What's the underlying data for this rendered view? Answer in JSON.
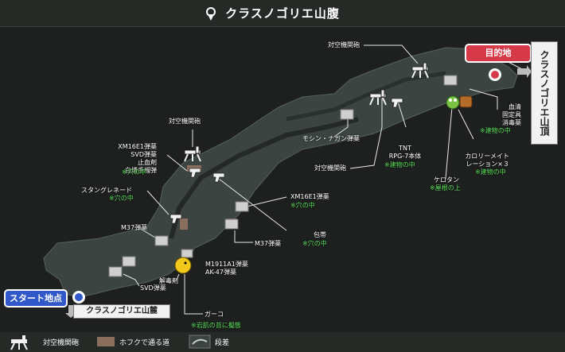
{
  "header": {
    "title": "クラスノゴリエ山腹",
    "pin_icon": "map-pin-icon"
  },
  "markers": {
    "goal": "目的地",
    "start": "スタート地点",
    "summit": "クラスノゴリエ山頂",
    "foot": "クラスノゴリエ山麓"
  },
  "labels": {
    "aa_top_right": "対空機関砲",
    "aa_center": "対空機関砲",
    "aa_left": "対空機関砲",
    "blood": "血清\n固定具\n消毒薬",
    "blood_note": "※建物の中",
    "mosin": "モシン・ナガン弾薬",
    "tnt": "TNT\nRPG-7本体",
    "tnt_note": "※建物の中",
    "calorie": "カロリーメイト\nレーション×３",
    "calorie_note": "※建物の中",
    "kerotan": "ケロタン",
    "kerotan_note": "※屋根の上",
    "xm_group": "XM16E1弾薬\nSVD弾薬\n止血剤\n白燐手榴弾",
    "xm_group_note": "※穴の中",
    "stun": "スタングレネード",
    "stun_note": "※穴の中",
    "xm_single": "XM16E1弾薬",
    "xm_single_note": "※穴の中",
    "bandage": "包帯",
    "bandage_note": "※穴の中",
    "m37_left": "M37弾薬",
    "m37_right": "M37弾薬",
    "m1911": "M1911A1弾薬\nAK-47弾薬",
    "antidote": "解毒剤",
    "svd": "SVD弾薬",
    "garko": "ガーコ",
    "garko_note": "※岩肌の苔に擬態"
  },
  "legend": {
    "aa": "対空機関砲",
    "crawl": "ホフクで通る道",
    "step": "段差"
  },
  "colors": {
    "goal": "#d63a48",
    "start": "#3058c8",
    "note": "#5ee05e",
    "terrain": "#3a4240"
  }
}
